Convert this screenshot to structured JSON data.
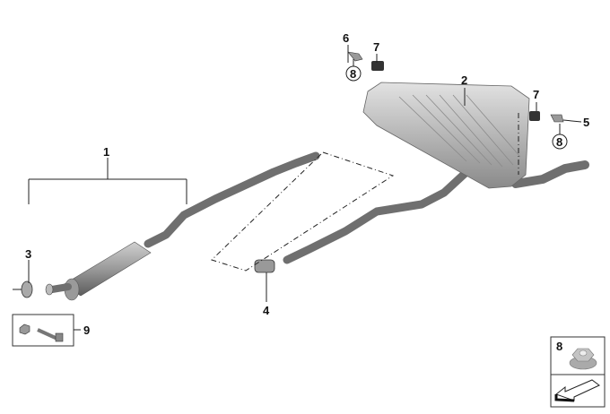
{
  "diagram": {
    "callouts": {
      "exhaust_assembly": "1",
      "rear_silencer": "2",
      "clamp_left": "3",
      "clamp_center": "4",
      "bracket_right": "5",
      "bracket_left": "6",
      "rubber_mount_left": "7",
      "rubber_mount_right": "7",
      "nut_left": "8",
      "nut_right": "8",
      "bolt_nut_set": "9"
    },
    "legend": {
      "nut_number": "8"
    }
  }
}
